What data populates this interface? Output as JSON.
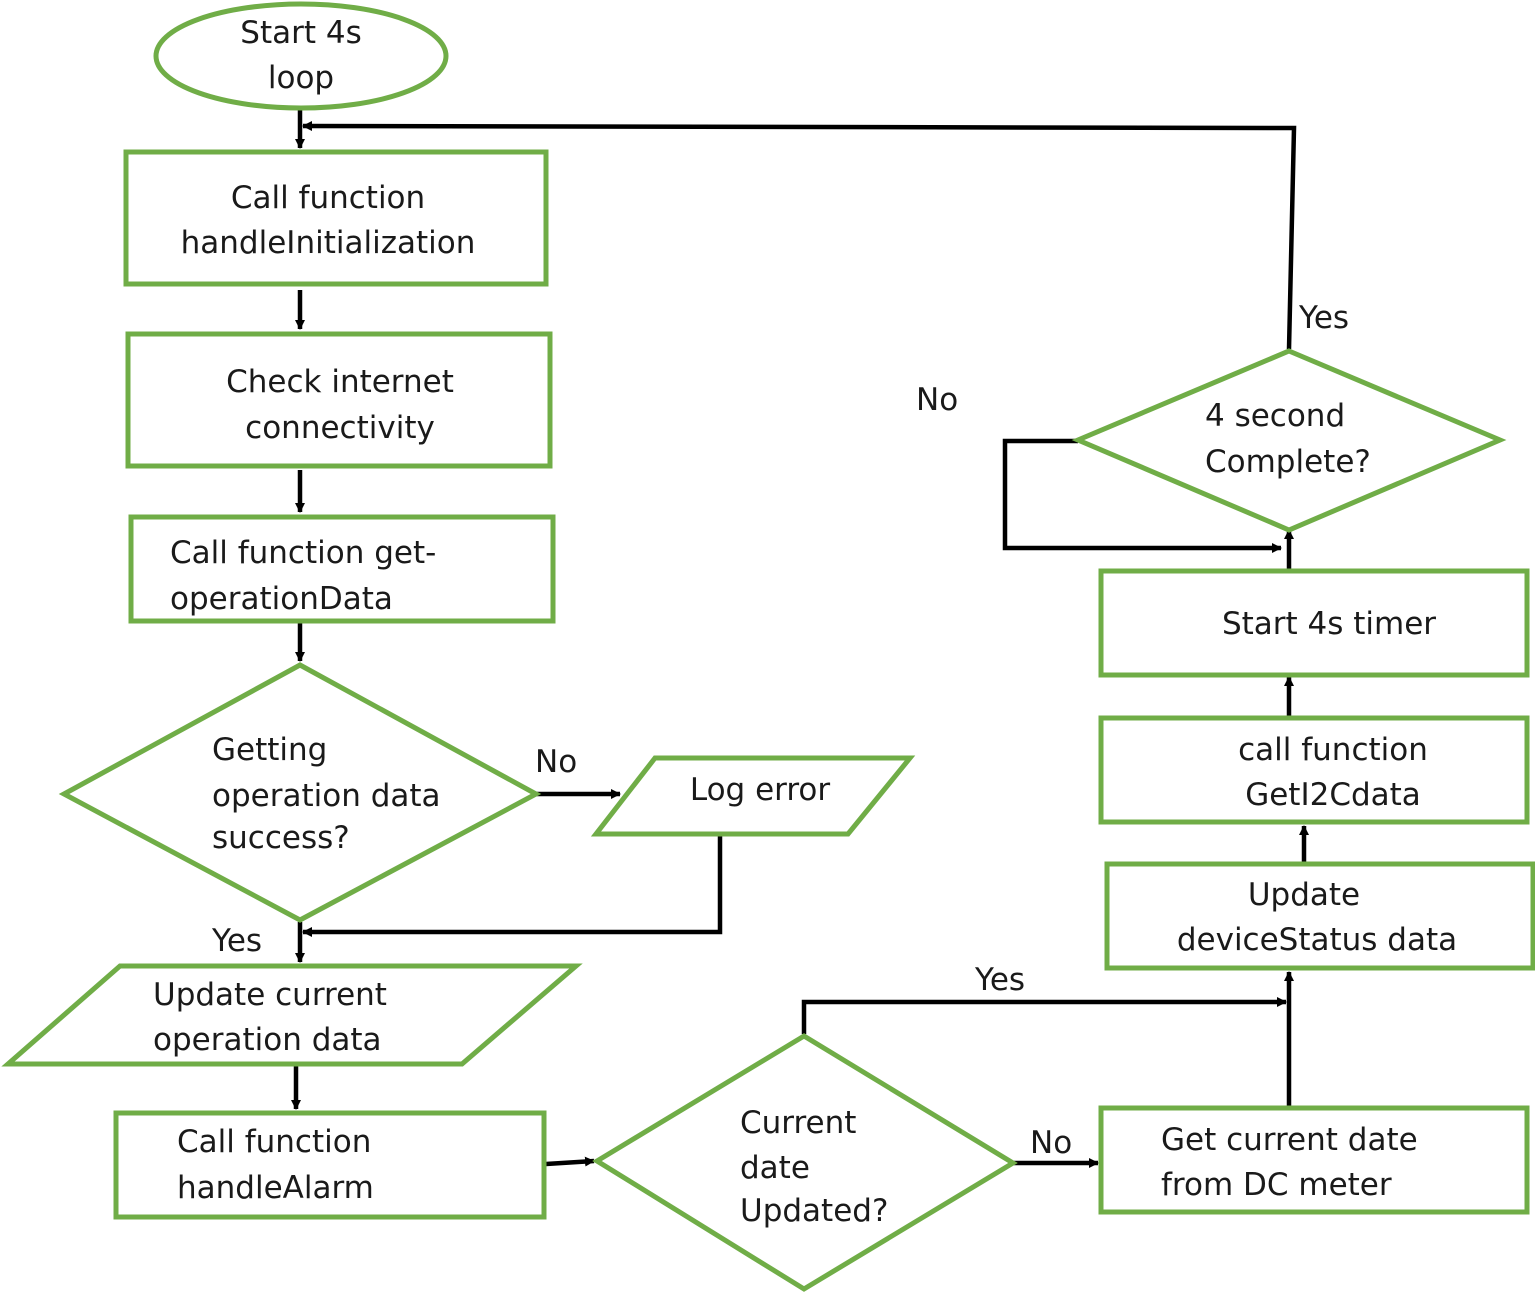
{
  "nodes": {
    "start": [
      "Start 4s",
      "loop"
    ],
    "handle_init": [
      "Call function",
      "handleInitialization"
    ],
    "check_internet": [
      "Check internet",
      "connectivity"
    ],
    "get_operation": [
      "Call function get-",
      "operationData"
    ],
    "op_success": [
      "Getting",
      "operation data",
      "success?"
    ],
    "log_error": [
      "Log error"
    ],
    "update_operation": [
      "Update current",
      "operation data"
    ],
    "handle_alarm": [
      "Call function",
      "handleAlarm"
    ],
    "date_updated": [
      "Current",
      "date",
      "Updated?"
    ],
    "get_date": [
      "Get current date",
      "from DC meter"
    ],
    "update_status": [
      "Update",
      "deviceStatus data"
    ],
    "get_i2c": [
      "call function",
      "GetI2Cdata"
    ],
    "start_timer": [
      "Start 4s timer"
    ],
    "four_second": [
      "4 second",
      "Complete?"
    ]
  },
  "edge_labels": {
    "op_success_no": "No",
    "op_success_yes": "Yes",
    "date_yes": "Yes",
    "date_no": "No",
    "four_second_yes": "Yes",
    "four_second_no": "No"
  },
  "colors": {
    "shape_stroke": "#70ad47",
    "connector": "#000000",
    "text": "#1a1a1a"
  }
}
